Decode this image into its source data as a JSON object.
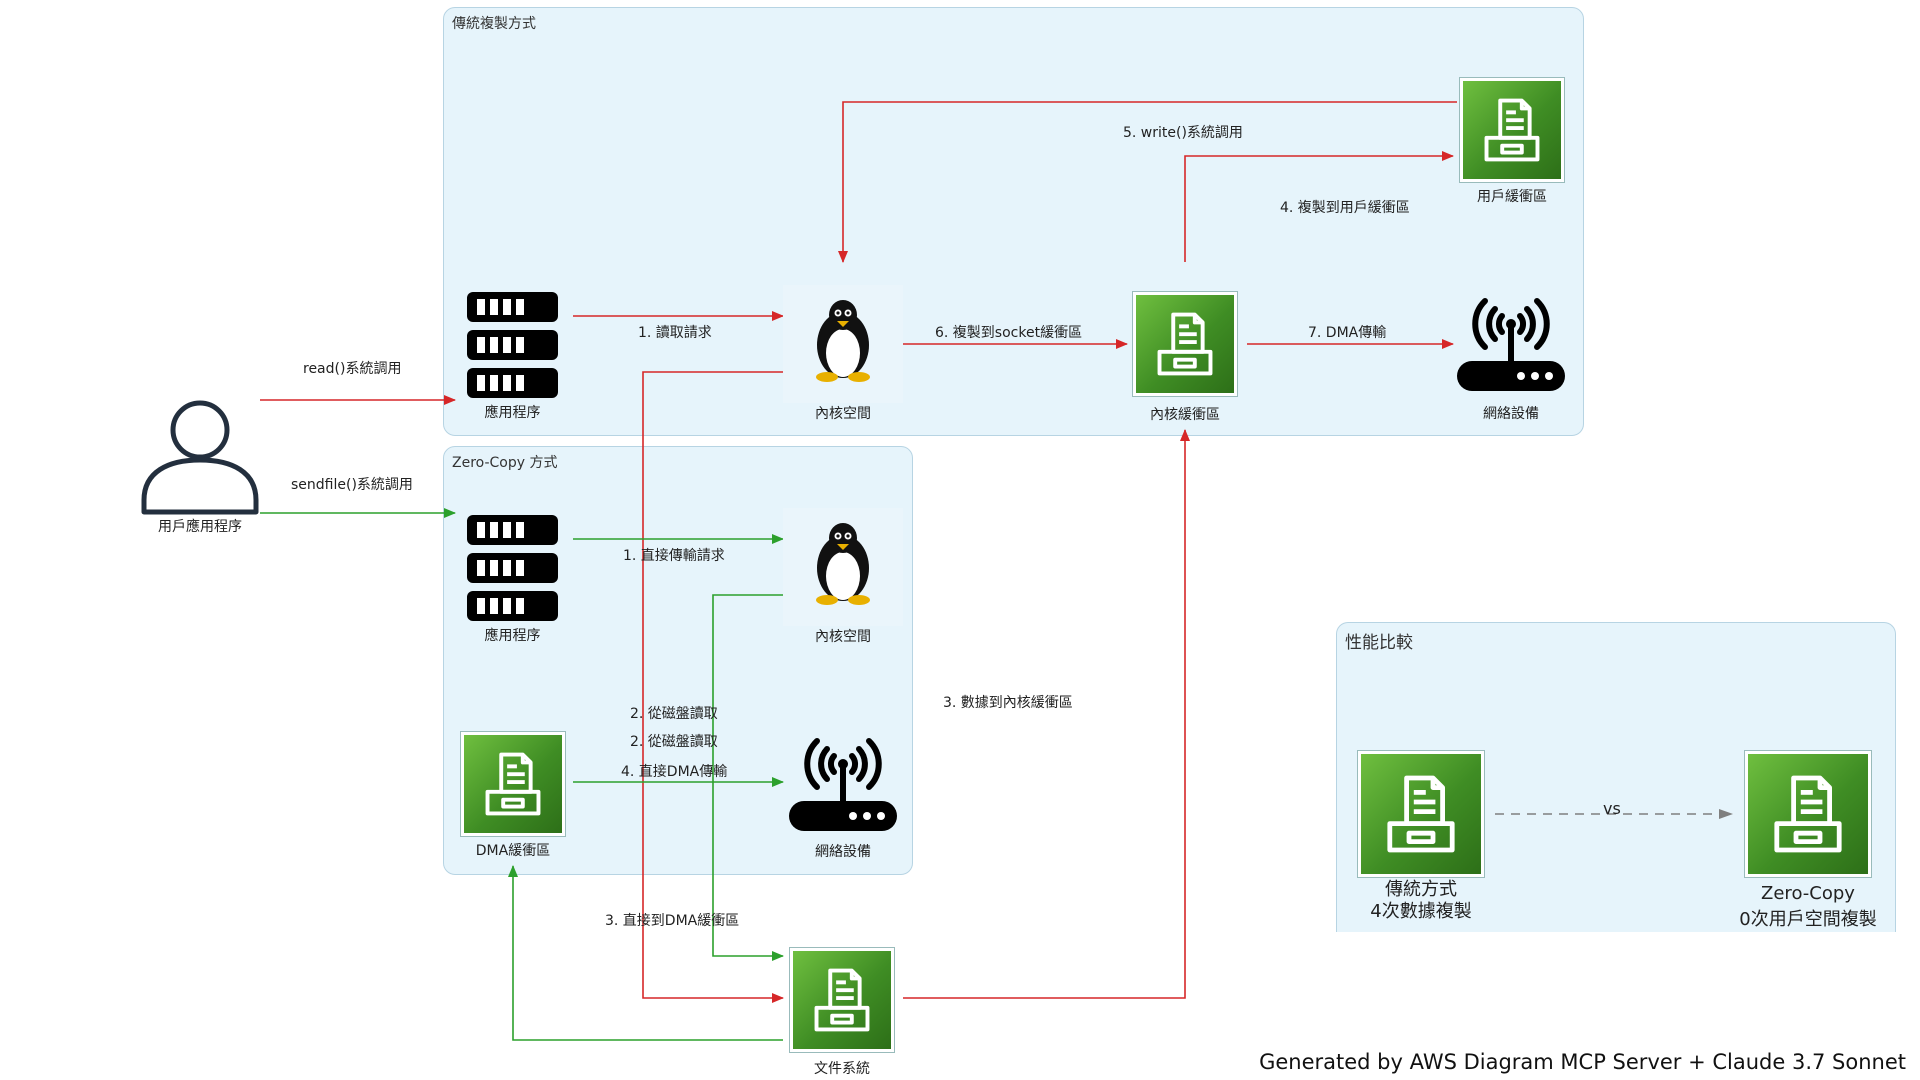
{
  "clusters": {
    "traditional": "傳統複製方式",
    "zerocopy": "Zero-Copy 方式",
    "performance": "性能比較"
  },
  "nodes": {
    "user": "用戶應用程序",
    "trad_app": "應用程序",
    "trad_kernel": "內核空間",
    "trad_kbuf": "內核緩衝區",
    "trad_ubuf": "用戶緩衝區",
    "trad_net": "網絡設備",
    "zc_app": "應用程序",
    "zc_kernel": "內核空間",
    "zc_dma": "DMA緩衝區",
    "zc_net": "網絡設備",
    "filesystem": "文件系統",
    "perf_trad_line1": "傳統方式",
    "perf_trad_line2": "4次數據複製",
    "perf_zc_line1": "Zero-Copy",
    "perf_zc_line2": "0次用戶空間複製"
  },
  "edges": {
    "read_call": "read()系統調用",
    "sendfile_call": "sendfile()系統調用",
    "t1": "1. 讀取請求",
    "t4": "4. 複製到用戶緩衝區",
    "t5": "5. write()系統調用",
    "t6": "6. 複製到socket緩衝區",
    "t7": "7. DMA傳輸",
    "z1": "1. 直接傳輸請求",
    "z2a": "2. 從磁盤讀取",
    "z2b": "2. 從磁盤讀取",
    "z4": "4. 直接DMA傳輸",
    "z3_kbuf": "3. 數據到內核緩衝區",
    "z3_dma": "3. 直接到DMA緩衝區",
    "vs": "vs"
  },
  "colors": {
    "red": "#d62728",
    "green": "#2ca02c",
    "gray": "#7f7f7f",
    "cluster_bg": "#e6f4fb"
  },
  "icons": {
    "user": "person-outline-icon",
    "app": "server-rack-icon",
    "kernel": "linux-tux-icon",
    "buffer": "storage-gateway-icon",
    "network": "wireless-router-icon"
  },
  "footer": "Generated by AWS Diagram MCP Server + Claude 3.7 Sonnet"
}
